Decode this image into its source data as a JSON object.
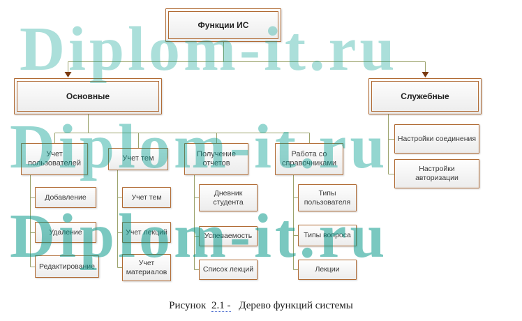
{
  "watermark": {
    "text": "Diplom-it.ru",
    "color": "#009e8e"
  },
  "tree": {
    "root": {
      "label": "Функции ИС"
    },
    "branches": {
      "main": {
        "label": "Основные"
      },
      "service": {
        "label": "Служебные"
      }
    },
    "main_groups": [
      {
        "title": "Учет пользователей",
        "children": [
          "Добавление",
          "Удаление",
          "Редактирование"
        ]
      },
      {
        "title": "Учет тем",
        "children": [
          "Учет тем",
          "Учет лекций",
          "Учет материалов"
        ]
      },
      {
        "title": "Получение отчетов",
        "children": [
          "Дневник студента",
          "Успеваемость",
          "Список лекций"
        ]
      },
      {
        "title": "Работа со справочниками",
        "children": [
          "Типы пользователя",
          "Типы вопроса",
          "Лекции"
        ]
      }
    ],
    "service_children": [
      "Настройки соединения",
      "Настройки авторизации"
    ]
  },
  "caption": {
    "prefix": "Рисунок",
    "number": "2.1  -",
    "text": "Дерево функций системы"
  },
  "colors": {
    "box_border": "#b06a33",
    "connector": "#9ba26b",
    "arrow": "#7a3a10",
    "watermark": "#009e8e"
  }
}
